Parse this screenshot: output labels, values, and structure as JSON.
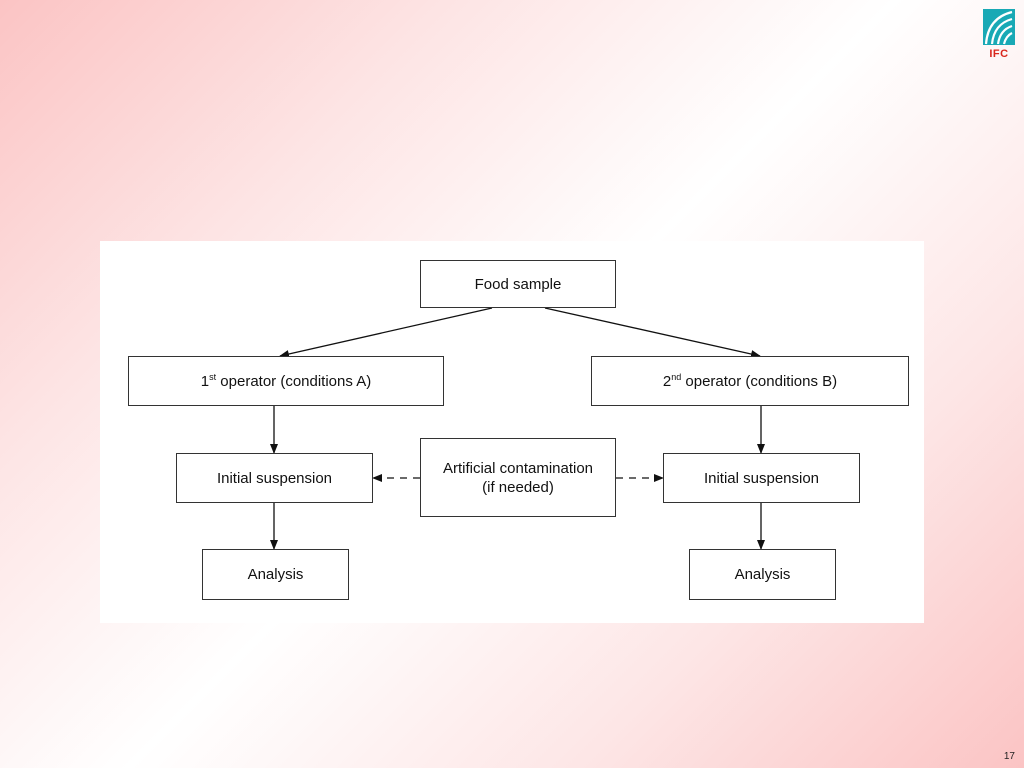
{
  "slide": {
    "number": "17"
  },
  "logo": {
    "text": "IFC"
  },
  "colors": {
    "logo_red": "#d9261c",
    "logo_teal": "#19a9b5",
    "box_border": "#333333"
  },
  "diagram": {
    "food_sample": "Food sample",
    "op1": {
      "ordinal": "1",
      "sup": "st",
      "text": " operator (conditions A)"
    },
    "op2": {
      "ordinal": "2",
      "sup": "nd",
      "text": " operator (conditions B)"
    },
    "contamination": {
      "line1": "Artificial contamination",
      "line2": "(if needed)"
    },
    "suspension_left": "Initial suspension",
    "suspension_right": "Initial suspension",
    "analysis_left": "Analysis",
    "analysis_right": "Analysis"
  }
}
